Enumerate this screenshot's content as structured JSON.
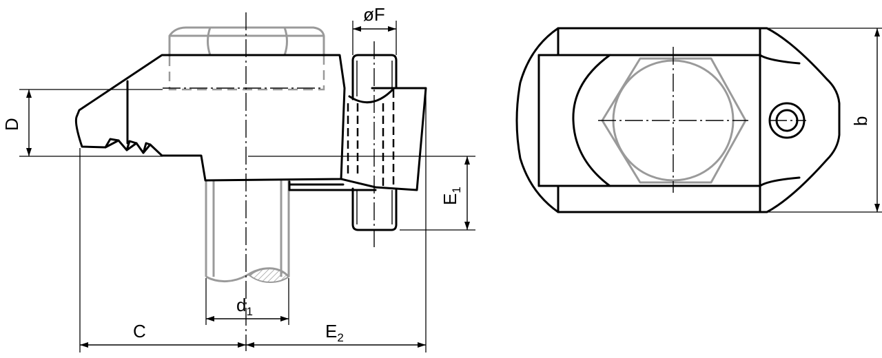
{
  "drawing": {
    "dimensions": {
      "dF": "øF",
      "D": "D",
      "E1_main": "E",
      "E1_sub": "1",
      "d1_main": "d",
      "d1_sub": "1",
      "C": "C",
      "E2_main": "E",
      "E2_sub": "2",
      "b": "b"
    },
    "colors": {
      "outline": "#000000",
      "hidden_parts": "#9a9a9a",
      "section_hatch": "#9a9a9a"
    }
  }
}
